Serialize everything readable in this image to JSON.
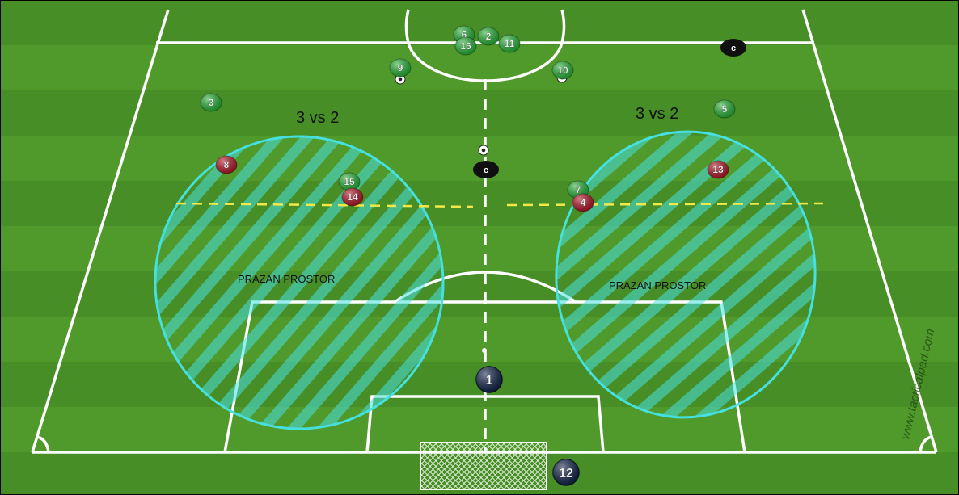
{
  "labels": {
    "left_title": "3 vs 2",
    "right_title": "3 vs 2",
    "left_zone": "PRAZAN PROSTOR",
    "right_zone": "PRAZAN PROSTOR",
    "watermark": "www.tacticalpad.com"
  },
  "colors": {
    "grass_light": "#4f9a2a",
    "grass_dark": "#3f8520",
    "lines": "#ffffff",
    "zone": "#46e0e0",
    "yellow_line": "#f2e84a",
    "green_player": "#2bb33a",
    "red_player": "#b3192b",
    "dark_player": "#13264a",
    "cone": "#101010"
  },
  "players": {
    "green": [
      "6",
      "2",
      "16",
      "11",
      "9",
      "10",
      "3",
      "5",
      "15",
      "7"
    ],
    "red": [
      "8",
      "14",
      "13",
      "4"
    ],
    "goalkeepers": [
      "1",
      "12"
    ]
  },
  "cones": [
    "c",
    "c"
  ],
  "balls_count": 3
}
